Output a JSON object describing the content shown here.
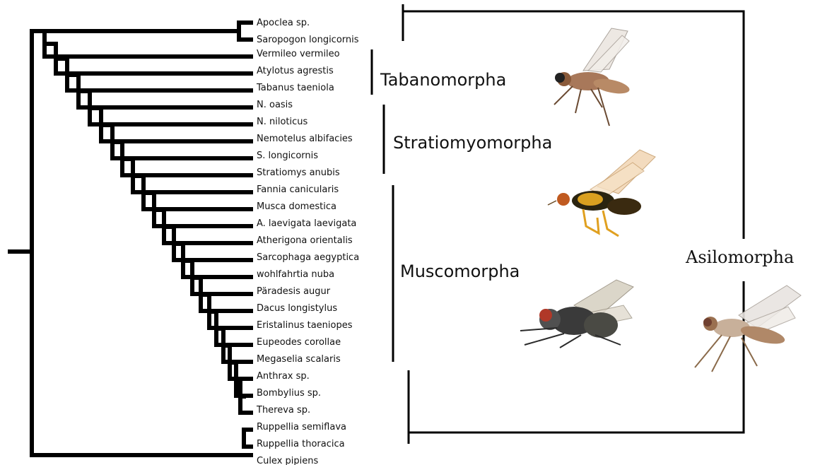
{
  "taxa": [
    "Apoclea sp.",
    "Saropogon longicornis",
    "Vermileo vermileo",
    "Atylotus agrestis",
    "Tabanus taeniola",
    "N. oasis",
    "N. niloticus",
    "Nemotelus albifacies",
    "S. longicornis",
    "Stratiomys anubis",
    "Fannia canicularis",
    "Musca domestica",
    "A. laevigata laevigata",
    "Atherigona orientalis",
    "Sarcophaga aegyptica",
    "wohlfahrtia nuba",
    "Päradesis augur",
    "Dacus longistylus",
    "Eristalinus taeniopes",
    "Eupeodes corollae",
    "Megaselia scalaris",
    "Anthrax sp.",
    "Bombylius sp.",
    "Thereva sp.",
    "Ruppellia semiflava",
    "Ruppellia thoracica",
    "Culex pipiens"
  ],
  "groups": {
    "tabanomorpha": "Tabanomorpha",
    "stratiomyomorpha": "Stratiomyomorpha",
    "muscomorpha": "Muscomorpha",
    "asilomorpha": "Asilomorpha"
  },
  "illustrations": [
    {
      "name": "fly-photo-tabanomorpha",
      "colors": [
        "#8a5a3a",
        "#c89a6a",
        "#e8e0d8"
      ]
    },
    {
      "name": "fly-photo-stratiomyomorpha",
      "colors": [
        "#d9a020",
        "#2a2a10",
        "#f0d0a0"
      ]
    },
    {
      "name": "fly-photo-muscomorpha",
      "colors": [
        "#3a3a3a",
        "#c04030",
        "#d8d0c0"
      ]
    },
    {
      "name": "fly-photo-asilomorpha",
      "colors": [
        "#b08868",
        "#d8c0a8",
        "#e8e4e0"
      ]
    }
  ]
}
